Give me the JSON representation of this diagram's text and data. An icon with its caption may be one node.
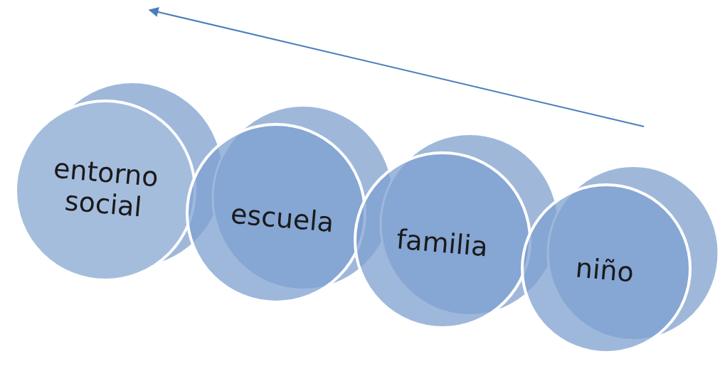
{
  "diagram": {
    "nodes": [
      {
        "text": [
          "entorno social"
        ]
      },
      {
        "text": [
          "escuela"
        ]
      },
      {
        "text": [
          "familia"
        ]
      },
      {
        "text": [
          "niño"
        ]
      }
    ]
  }
}
